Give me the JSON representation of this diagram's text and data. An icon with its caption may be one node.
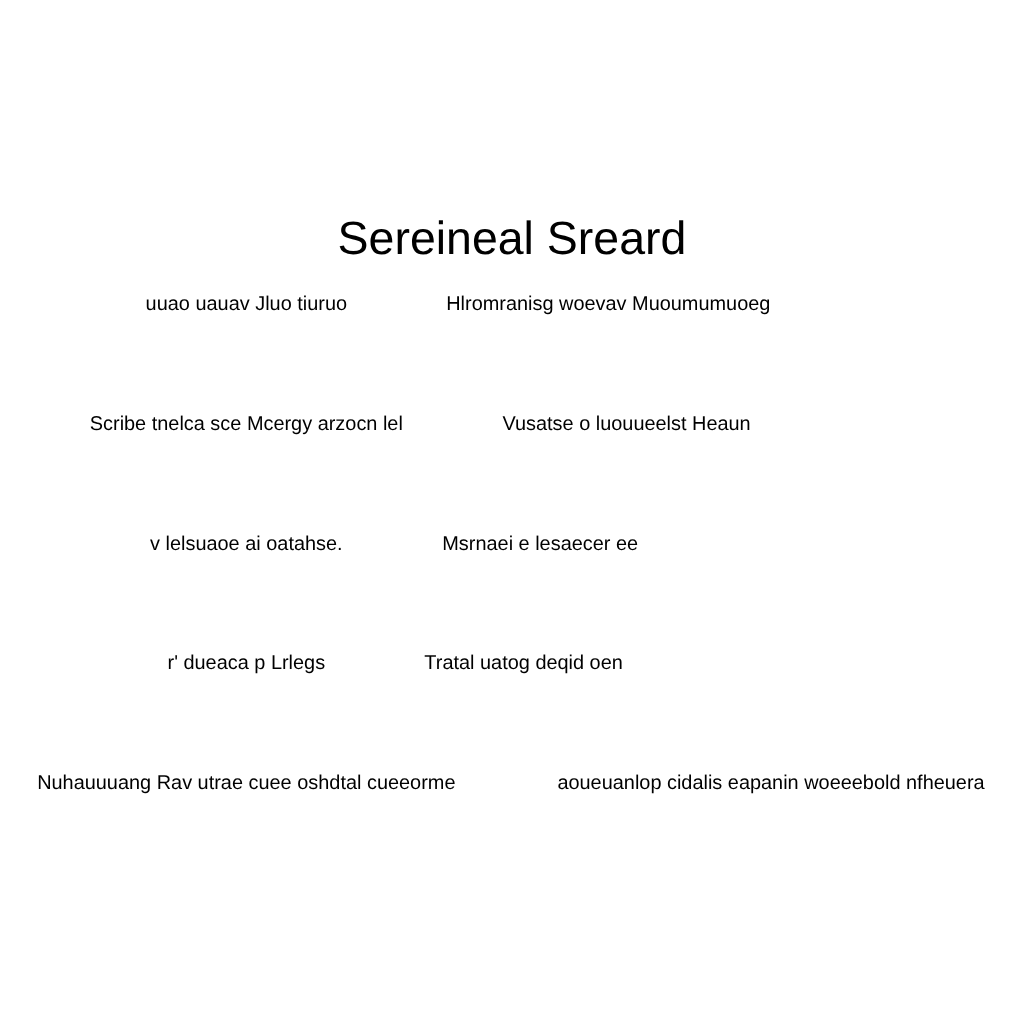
{
  "diagram": {
    "title": "Sereineal Sreard",
    "labels": [
      "uuao uauav Jluo tiuruo",
      "Hlromranisg woevav Muoumumuoeg",
      "Scribe tnelca sce Mcergy arzocn lel",
      "Vusatse o luouueelst Heaun",
      "v lelsuaoe ai oatahse.",
      "Msrnaei e lesaecer ee",
      "r' dueaca p Lrlegs",
      "Tratal uatog deqid oen",
      "Nuhauuuang Rav utrae cuee oshdtal cueeorme",
      "aoueuanlop cidalis eapanin woeeebold nfheuera"
    ]
  }
}
